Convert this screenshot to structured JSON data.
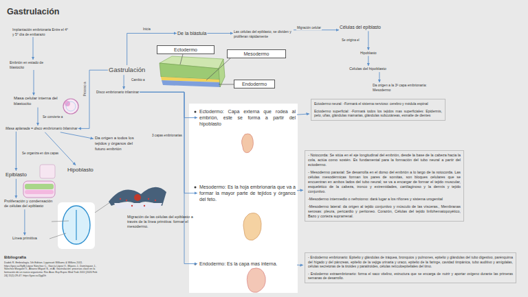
{
  "diagram": {
    "title": "Gastrulación",
    "nodes": [
      {
        "text": [
          "Implantación embrionaria Entre el 4° y 5° día de embarazo"
        ]
      },
      {
        "text": [
          "Embrión en estado de blastocito"
        ]
      },
      {
        "text": [
          "Masa celular interna del blastocito"
        ]
      },
      {
        "text": [
          "Masa aplanada = disco embrionario bilaminar"
        ]
      },
      {
        "text": [
          "Da origen a todos los tejidos y órganos del futuro embrión"
        ]
      },
      {
        "text": [
          "Epiblasto"
        ]
      },
      {
        "text": [
          "Hipoblasto"
        ]
      },
      {
        "text": [
          "Proliferación y condensación de células del epiblasto"
        ]
      },
      {
        "text": [
          "Línea primitiva"
        ]
      },
      {
        "text": [
          "Migración de las células del epiblasto a través de la línea primitiva: formar el mesodermo."
        ]
      },
      {
        "text": [
          "Gastrulación"
        ]
      },
      {
        "text": [
          "Disco embrionario trilaminar"
        ]
      },
      {
        "text": [
          "De la blástula"
        ]
      },
      {
        "text": [
          "Las células del epiblasto, se dividen y proliferan rápidamente"
        ]
      },
      {
        "text": [
          "Células del epiblasto"
        ]
      },
      {
        "text": [
          "Hipoblasto"
        ]
      },
      {
        "text": [
          "Células del hipoblasto"
        ]
      },
      {
        "text": [
          "Da origen a la 3ª capa embrionaria: Mesodermo"
        ]
      },
      {
        "text": [
          "Ectodermo"
        ]
      },
      {
        "text": [
          "Mesodermo"
        ]
      },
      {
        "text": [
          "Endodermo"
        ]
      },
      {
        "text": [
          "Ectodermo: Capa externa que rodea al embrión, este se forma a partir del hipoblasto"
        ]
      },
      {
        "text": [
          "Mesodermo: Es la hoja embrionaria que va a formar la mayor parte de tejidos y órganos del feto."
        ]
      },
      {
        "text": [
          "Endodermo: Es la capa mas interna."
        ]
      },
      {
        "text": [
          "Ectodermo neural: -Formará el sistema nervioso: cerebro y médula espinal",
          "Ectodermo superficial: -Formará todos los tejidos mas superficiales: Epidermis, pelo, uñas, glándulas mamarias, glándulas subcutáneas, esmalte de dientes"
        ]
      },
      {
        "text": [
          "- Notocorda: Se sitúa en el eje longitudinal del embrión, desde la base de la cabeza hacia la cola, actúa como sostén. Es fundamental para la formación del tubo neural a partir del ectodermo.",
          "- Mesodermo paraxial: Se desarrolla en el dorso del embrión a lo largo de la notocorda. Las células mesodérmicas forman los pares de somitas, son bloques celulares que se encuentran en ambos lados del tubo neural; se va a encargar de formar el tejido muscular, esquelético de la cabeza, tronco y extremidades, cartílaginoso y la dermis y tejido conjuntivo.",
          "-Mesodermo intermedio o nefrotomo: dará lugar a los riñones y sistema urogenital",
          "-Mesodermo lateral: da origen al tejido conjuntivo y músculo de las vísceras., Membranas serosas: pleura, pericardio y peritoneo. Corazón, Células del tejido linfohematopoyético, Bazo y corteza suprarrenal."
        ]
      },
      {
        "text": [
          "- Endodermo embrionario: Epitelio y glándulas de tráquea, bronquios y pulmones, epitelio y glándulas del tubo digestivo, parénquima del hígado y del páncreas, epitelio de la vejiga urinaria y uraco, epitelio de la faringe, cavidad timpánica, tubo auditivo y amígdalas, células secretoras de la tiroides y paratiroides, células retículoepiteliales del timo.",
          "- Endodermo extraembrionario: forma el saco vitelino, estructura que se encarga de nutrir y aportar oxígeno durante las primeras semanas de desarrollo."
        ]
      }
    ],
    "edges": [
      {
        "from": 0,
        "to": 1,
        "arrow": "to"
      },
      {
        "from": 1,
        "to": 2,
        "arrow": "to"
      },
      {
        "from": 2,
        "to": 3,
        "label": "Se convierte a",
        "arrow": "to"
      },
      {
        "from": 3,
        "to": 4,
        "arrow": "to"
      },
      {
        "from": 3,
        "to": 5,
        "label": "Se organiza en dos capas",
        "arrow": "to"
      },
      {
        "from": 3,
        "to": 6,
        "arrow": "to"
      },
      {
        "from": 5,
        "to": 7,
        "arrow": "to"
      },
      {
        "from": 7,
        "to": 8,
        "arrow": "to"
      },
      {
        "from": 10,
        "to": 12,
        "label": "Inicia",
        "arrow": "to"
      },
      {
        "from": 12,
        "to": 13,
        "arrow": "to"
      },
      {
        "from": 13,
        "to": 14,
        "label": "Migración celular",
        "arrow": "to"
      },
      {
        "from": 14,
        "to": 15,
        "label": "Se origina el",
        "arrow": "to"
      },
      {
        "from": 15,
        "to": 16,
        "arrow": "to"
      },
      {
        "from": 16,
        "to": 17,
        "arrow": "to"
      },
      {
        "from": 10,
        "to": 11,
        "label": "Cambio a",
        "arrow": "to"
      },
      {
        "from": 10,
        "to": 3,
        "label": "Proceso a",
        "arrow": "to"
      },
      {
        "from": 11,
        "to": 21,
        "label": "3 capas embrionarias",
        "arrow": "to"
      },
      {
        "from": 11,
        "to": 22,
        "arrow": "to"
      },
      {
        "from": 11,
        "to": 23,
        "arrow": "to"
      },
      {
        "from": 21,
        "to": 24,
        "arrow": "to"
      },
      {
        "from": 22,
        "to": 25,
        "arrow": "to"
      },
      {
        "from": 23,
        "to": 26,
        "arrow": "to"
      }
    ],
    "labels": [
      "Bibliografía",
      "Dudek R. Embriología. 5th Edition. Lippincott Williams & Wilkins 2011. https://goo.su/XqBj López Sánchez C., García López V., Mijares J., Domínguez J., Sánchez Margalet V., Álvarez Miguel S., et Al. Gastrulación: procesos clave en la formación de un nuevo organismo. Rev Asoc Esp Espec Med Trab 2011 [2020 Feb 24] 15(1):29-47. https://goo.su/2gyDh"
    ]
  }
}
